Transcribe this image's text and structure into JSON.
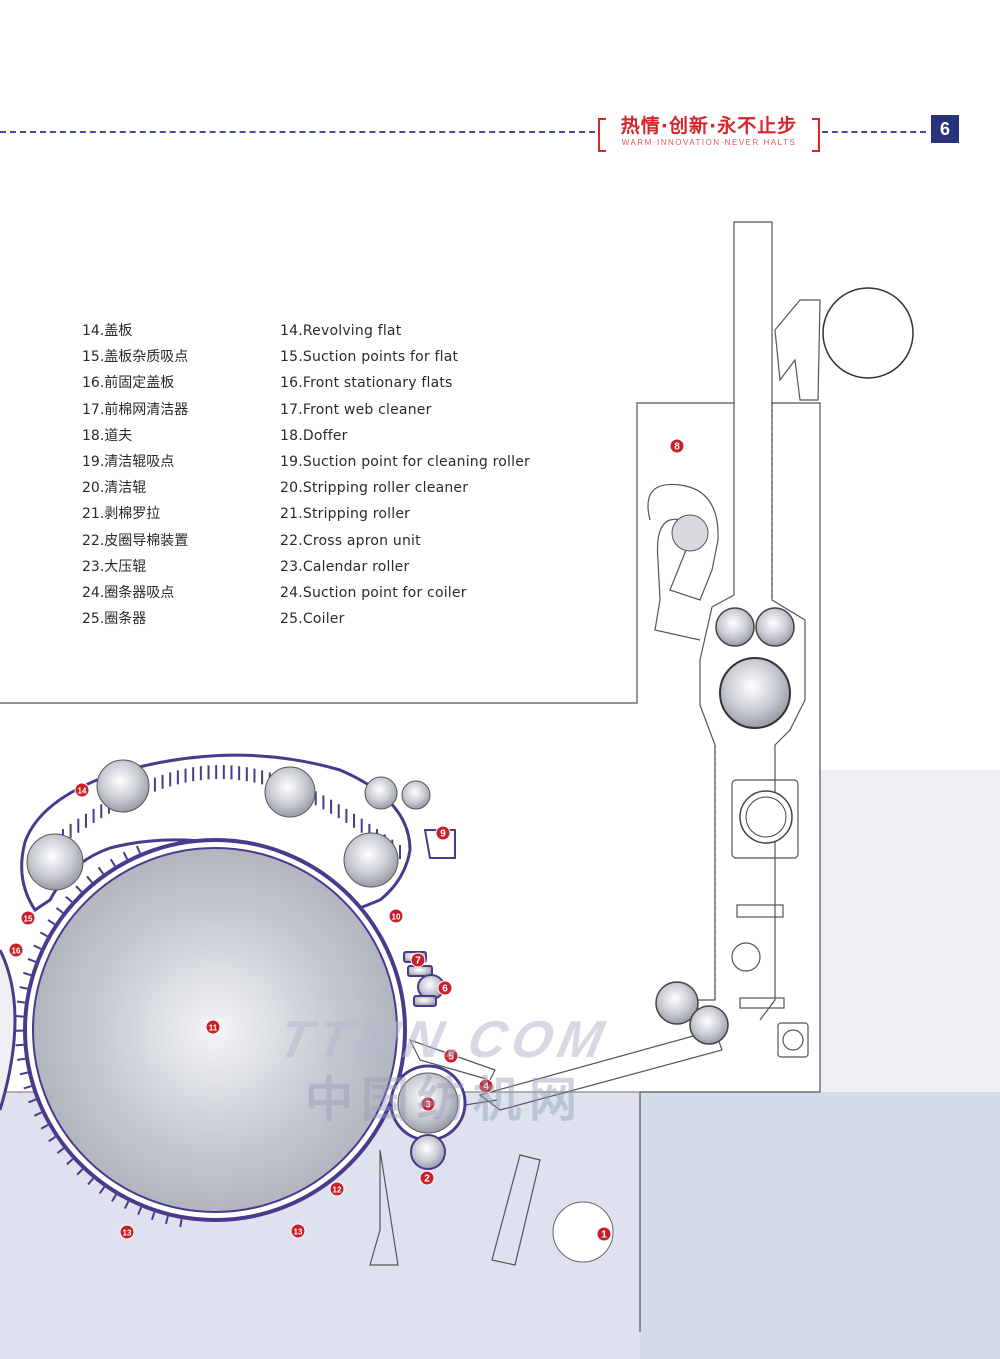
{
  "header": {
    "slogan_zh": "热情·创新·永不止步",
    "slogan_en": "WARM·INNOVATION·NEVER HALTS",
    "page_number": "6"
  },
  "legend": {
    "zh": [
      "14.盖板",
      "15.盖板杂质吸点",
      "16.前固定盖板",
      "17.前棉网清洁器",
      "18.道夫",
      "19.清洁辊吸点",
      "20.清洁辊",
      "21.剥棉罗拉",
      "22.皮圈导棉装置",
      "23.大压辊",
      "24.圈条器吸点",
      "25.圈条器"
    ],
    "en": [
      "14.Revolving flat",
      "15.Suction points for flat",
      "16.Front stationary flats",
      "17.Front web cleaner",
      "18.Doffer",
      "19.Suction point for cleaning roller",
      "20.Stripping roller cleaner",
      "21.Stripping roller",
      "22.Cross apron unit",
      "23.Calendar roller",
      "24.Suction point for coiler",
      "25.Coiler"
    ]
  },
  "diagram": {
    "markers": [
      "1",
      "2",
      "3",
      "4",
      "5",
      "6",
      "7",
      "8",
      "9",
      "10",
      "11",
      "12",
      "13",
      "13",
      "14",
      "15",
      "16"
    ],
    "accent_color": "#4a3a8e",
    "marker_color": "#c8202a"
  },
  "watermark": {
    "latin": "TTMN.COM",
    "zh": "中国纺机网"
  }
}
